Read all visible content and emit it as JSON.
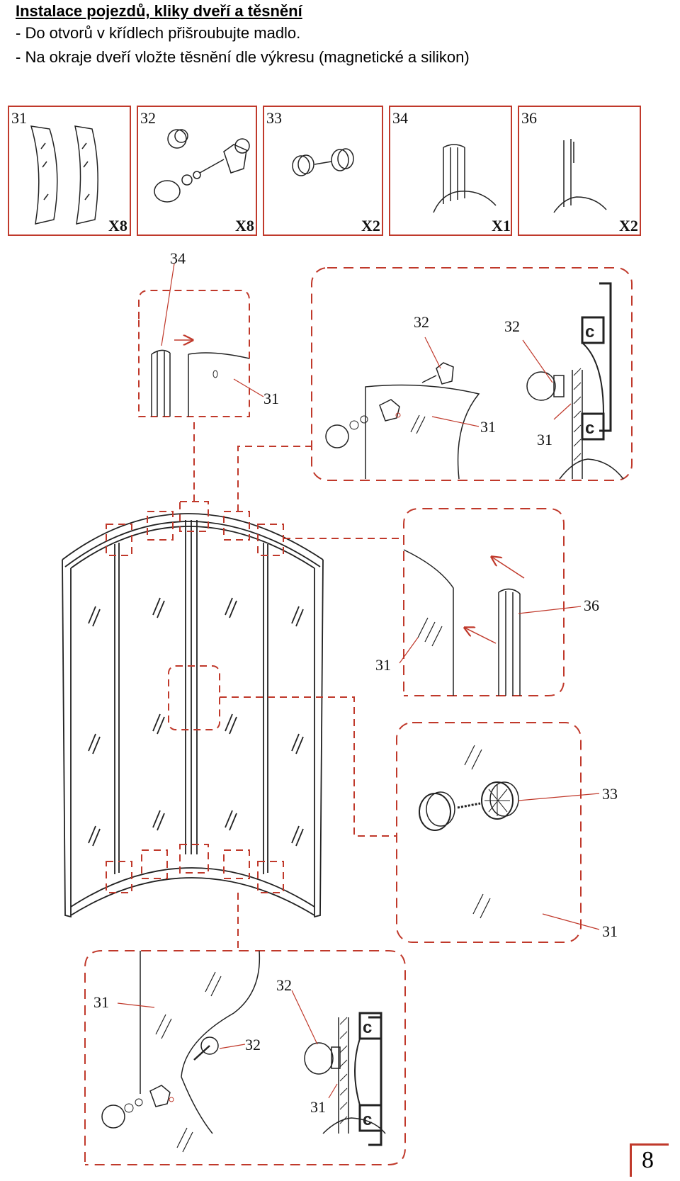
{
  "header": {
    "title": "Instalace pojezdů, kliky dveří a těsnění",
    "line1": "- Do otvorů v křídlech přišroubujte madlo.",
    "line2": "- Na okraje dveří vložte těsnění dle výkresu (magnetické a silikon)"
  },
  "parts": [
    {
      "number": "31",
      "qty": "X8"
    },
    {
      "number": "32",
      "qty": "X8"
    },
    {
      "number": "33",
      "qty": "X2"
    },
    {
      "number": "34",
      "qty": "X1"
    },
    {
      "number": "36",
      "qty": "X2"
    }
  ],
  "callouts": {
    "c34": "34",
    "c31a": "31",
    "c32a": "32",
    "c32b": "32",
    "c31b": "31",
    "c31c": "31",
    "c36": "36",
    "c31d": "31",
    "c33": "33",
    "c31e": "31",
    "c31f": "31",
    "c32c": "32",
    "c32d": "32",
    "c31g": "31"
  },
  "page_number": "8",
  "colors": {
    "accent": "#c0392b",
    "line": "#222222"
  }
}
